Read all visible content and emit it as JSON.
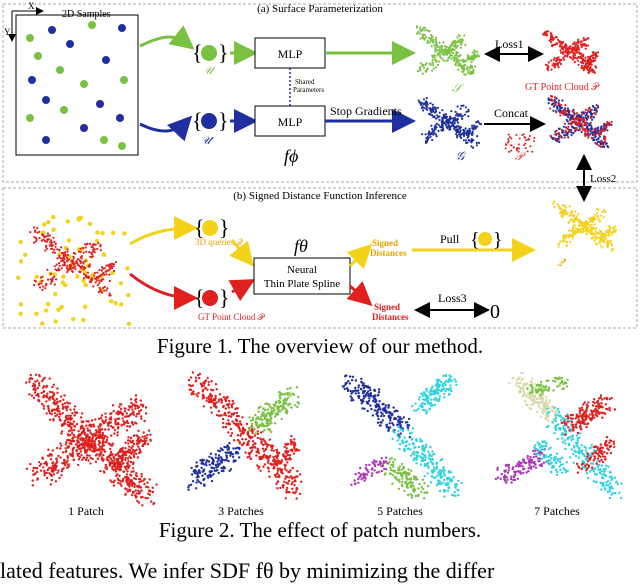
{
  "figure1": {
    "section_a_title": "(a) Surface Parameterization",
    "section_b_title": "(b) Signed Distance Function Inference",
    "samples_box_title": "2D Samples",
    "axis_x_label": "X",
    "axis_y_label": "Y",
    "set_u": "𝒰",
    "set_u_prime": "𝒰′",
    "mlp_label": "MLP",
    "shared_parameters": [
      "Shared",
      "Parameters"
    ],
    "stop_gradients": "Stop Gradients",
    "f_phi": "fϕ",
    "loss1": "Loss1",
    "gt_point_cloud_top": "GT Point Cloud 𝒫",
    "s_label": "𝒮",
    "concat": "Concat",
    "g_label": "𝒢",
    "p_label": "𝒫",
    "loss2": "Loss2",
    "queries_label": "3D queries 𝒬",
    "gt_point_cloud_bottom": "GT Point Cloud 𝒫",
    "f_theta": "fθ",
    "tps_label": [
      "Neural",
      "Thin Plate Spline"
    ],
    "signed_distances": [
      "Signed",
      "Distances"
    ],
    "pull": "Pull",
    "loss3": "Loss3",
    "zero": "0",
    "q_prime_label": "𝒬′",
    "caption": "Figure 1. The overview of our method."
  },
  "figure2": {
    "labels": [
      "1 Patch",
      "3 Patches",
      "5 Patches",
      "7 Patches"
    ],
    "caption": "Figure 2. The effect of patch numbers."
  },
  "body_text_fragment": "lated features. We infer SDF fθ by minimizing the differ",
  "colors": {
    "green": "#7ac142",
    "blue": "#1f2f9f",
    "red": "#e01f1f",
    "yellow": "#f4d21a",
    "cyan": "#2fd3e0",
    "purple": "#a935b8",
    "beige": "#d9d9a8"
  }
}
